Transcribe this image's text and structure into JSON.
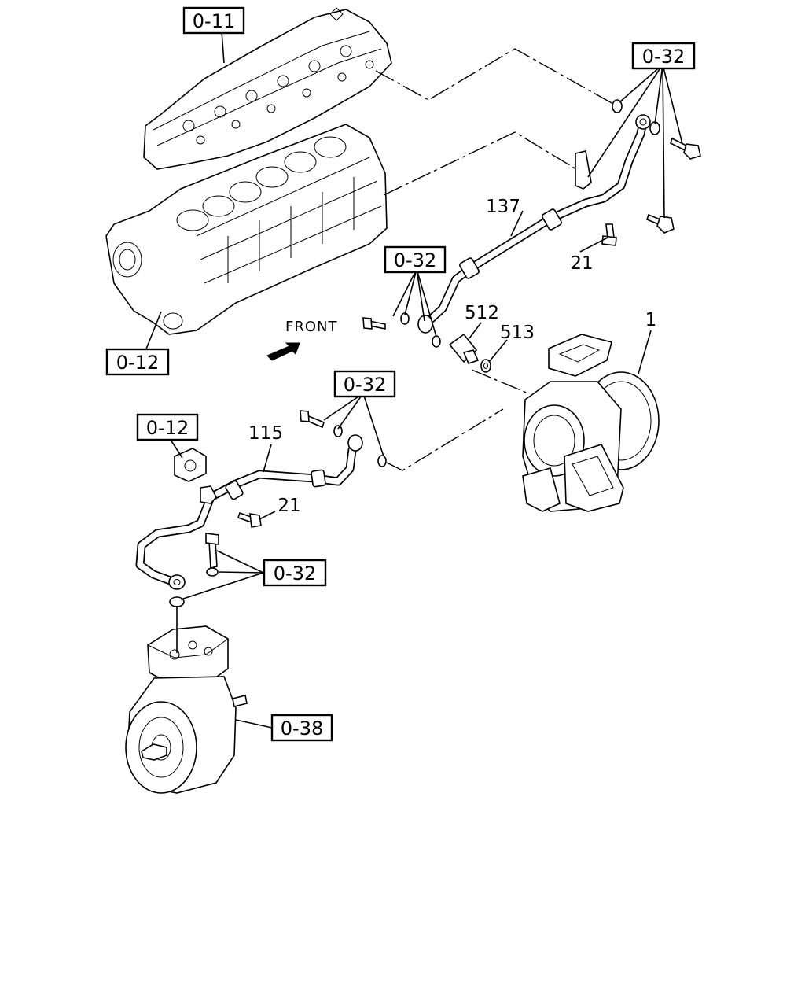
{
  "diagram": {
    "front_label": "FRONT",
    "refs": {
      "cylinder_head": "0-11",
      "cylinder_block": "0-12",
      "oil_feed_group_top": "0-32",
      "oil_feed_group_mid": "0-32",
      "oil_return_group": "0-32",
      "block_fitting": "0-12",
      "compressor_group": "0-32",
      "air_compressor": "0-38"
    },
    "part_numbers": {
      "pipe_137": "137",
      "bolt_21_upper": "21",
      "connector_512": "512",
      "washer_513": "513",
      "turbocharger_1": "1",
      "pipe_115": "115",
      "bolt_21_lower": "21"
    }
  }
}
